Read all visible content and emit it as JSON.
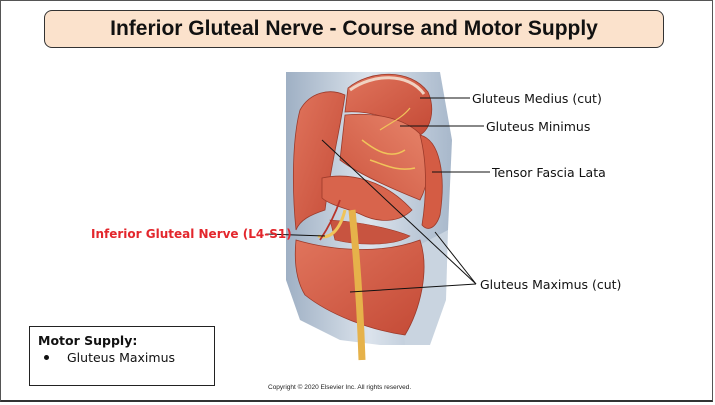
{
  "title": "Inferior Gluteal Nerve - Course and Motor Supply",
  "labels": {
    "gluteus_medius": "Gluteus Medius (cut)",
    "gluteus_minimus": "Gluteus Minimus",
    "tensor_fascia_lata": "Tensor Fascia Lata",
    "inferior_gluteal_nerve": "Inferior Gluteal Nerve (L4-S1)",
    "gluteus_maximus": "Gluteus Maximus (cut)"
  },
  "motor_supply": {
    "heading": "Motor Supply:",
    "items": [
      "Gluteus Maximus"
    ]
  },
  "copyright": "Copyright © 2020 Elsevier Inc. All rights reserved.",
  "colors": {
    "title_bg": "#fbe2cc",
    "nerve_label": "#e3262c",
    "muscle": "#d9604a",
    "nerve": "#e8b64a",
    "fascia": "#b8c6d6"
  }
}
